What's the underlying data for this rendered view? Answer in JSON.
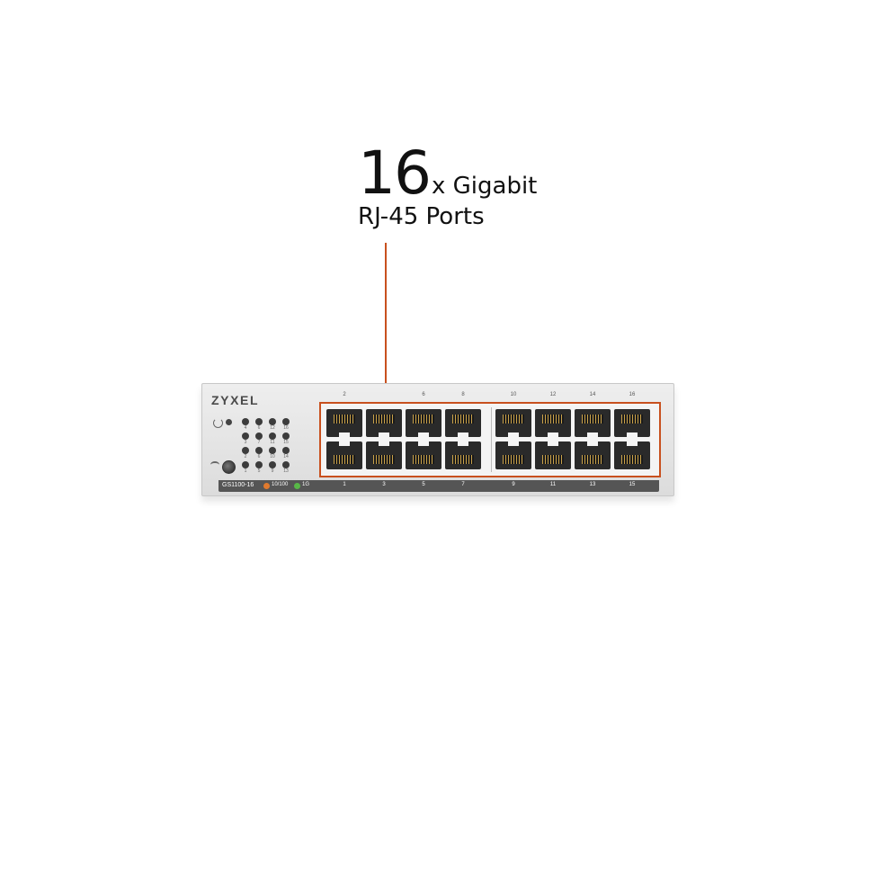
{
  "headline": {
    "count": "16",
    "suffix": "x Gigabit",
    "line2": "RJ-45 Ports"
  },
  "colors": {
    "accent": "#c8501e",
    "led_orange": "#e07a2e",
    "led_green": "#58b847"
  },
  "device": {
    "brand": "ZYXEL",
    "model": "GS1100-16",
    "legend_10_100": "10/100",
    "legend_1g": "1G",
    "top_port_labels": [
      "2",
      "",
      "6",
      "8",
      "10",
      "12",
      "14",
      "16"
    ],
    "bottom_port_labels": [
      "1",
      "3",
      "5",
      "7",
      "9",
      "11",
      "13",
      "15"
    ],
    "led_labels": [
      [
        "4",
        "6",
        "12",
        "16"
      ],
      [
        "3",
        "7",
        "11",
        "15"
      ],
      [
        "2",
        "6",
        "10",
        "14"
      ],
      [
        "1",
        "5",
        "9",
        "13"
      ]
    ]
  }
}
